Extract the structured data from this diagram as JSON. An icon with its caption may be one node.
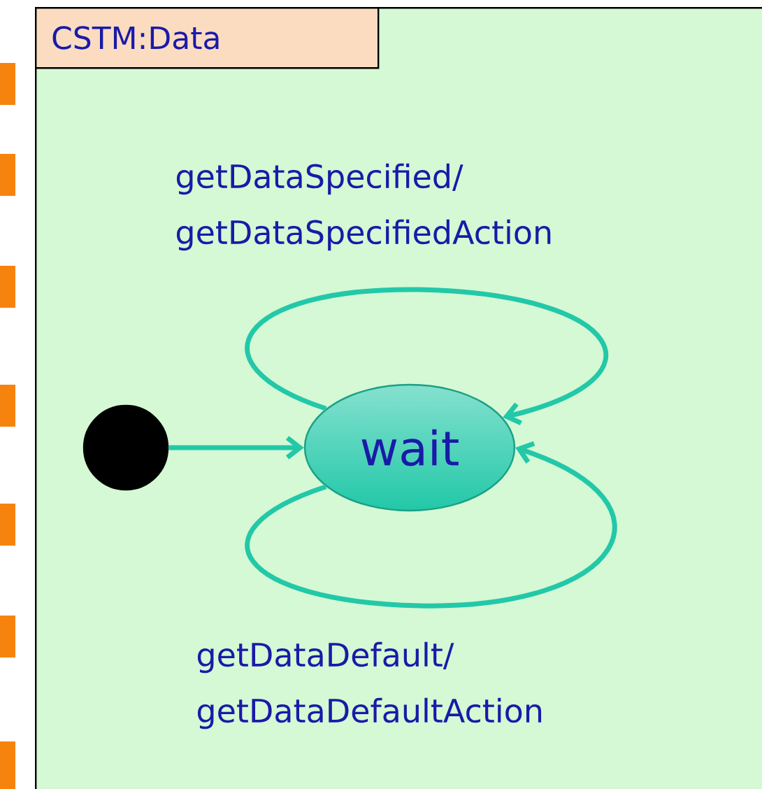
{
  "diagram": {
    "nodes": [
      {
        "text": [
          "CSTM:Data"
        ]
      },
      {
        "text": [],
        "shape": "circle",
        "in": 0
      },
      {
        "text": [
          "wait"
        ],
        "in": 0
      }
    ],
    "edges": [
      {
        "from": 1,
        "to": 2,
        "arrow": "to"
      },
      {
        "from": 2,
        "to": 2,
        "arrow": "to",
        "label": "getDataSpecified/ getDataSpecifiedAction"
      },
      {
        "from": 2,
        "to": 2,
        "arrow": "to",
        "label": "getDataDefault/ getDataDefaultAction"
      }
    ]
  }
}
